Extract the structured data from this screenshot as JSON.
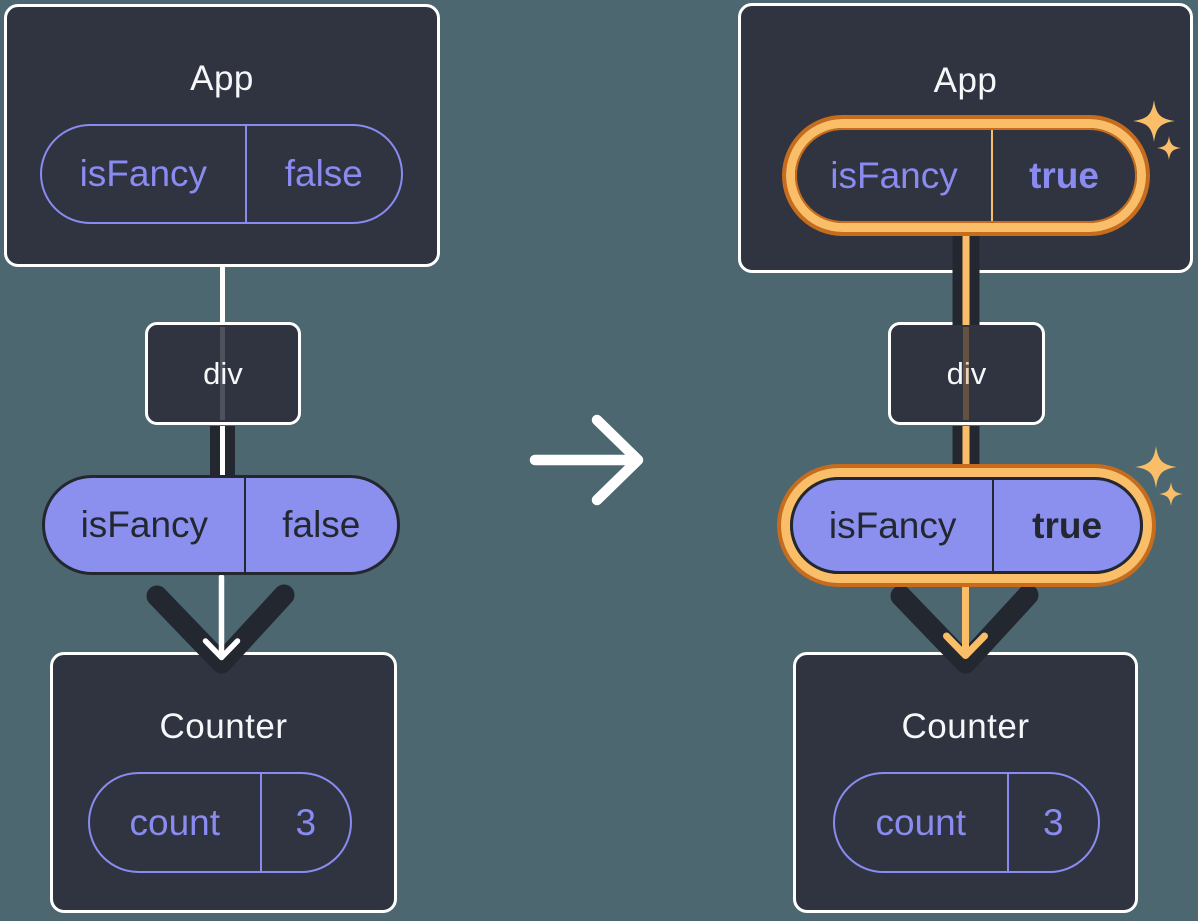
{
  "colors": {
    "bg": "#4C6770",
    "card": "#2F3440",
    "ink": "#23272F",
    "white": "#FFFFFF",
    "purple": "#8A8BF0",
    "purple_fill": "#8B90EF",
    "orange": "#FABE68",
    "orange_dark": "#C66C1C",
    "title": "#F6F7F9"
  },
  "icons": {
    "transition_arrow": "right-arrow",
    "sparkle": "four-point-star"
  },
  "left": {
    "app": {
      "title": "App",
      "prop_name": "isFancy",
      "prop_value": "false"
    },
    "div_label": "div",
    "passed_prop": {
      "name": "isFancy",
      "value": "false"
    },
    "counter": {
      "title": "Counter",
      "state_name": "count",
      "state_value": "3"
    }
  },
  "right": {
    "app": {
      "title": "App",
      "prop_name": "isFancy",
      "prop_value": "true"
    },
    "div_label": "div",
    "passed_prop": {
      "name": "isFancy",
      "value": "true"
    },
    "counter": {
      "title": "Counter",
      "state_name": "count",
      "state_value": "3"
    }
  }
}
